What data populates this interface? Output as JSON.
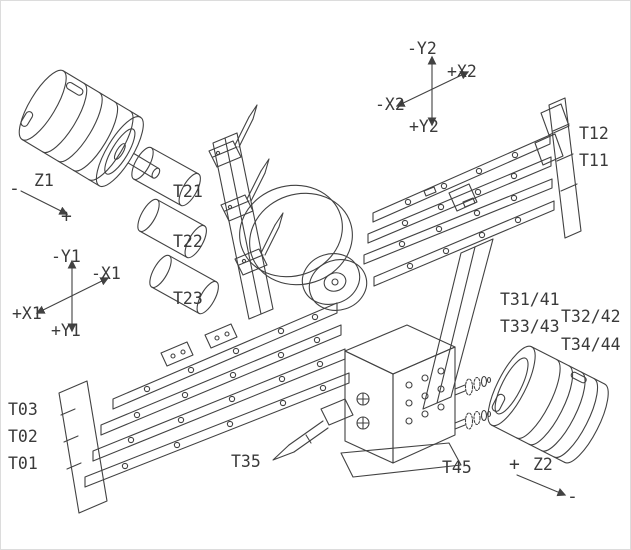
{
  "diagram": {
    "title": "lathe-turret-tool-layout",
    "axes": {
      "z1": {
        "label": "Z1",
        "minus": "-",
        "plus": "+"
      },
      "x1y1": {
        "neg_y": "-Y1",
        "neg_x": "-X1",
        "pos_x": "+X1",
        "pos_y": "+Y1"
      },
      "x2y2": {
        "neg_y": "-Y2",
        "pos_x": "+X2",
        "neg_x": "-X2",
        "pos_y": "+Y2"
      },
      "z2": {
        "label": "Z2",
        "plus": "+",
        "minus": "-"
      }
    },
    "tools": {
      "t11": "T11",
      "t12": "T12",
      "t21": "T21",
      "t22": "T22",
      "t23": "T23",
      "t31_41": "T31/41",
      "t32_42": "T32/42",
      "t33_43": "T33/43",
      "t34_44": "T34/44",
      "t01": "T01",
      "t02": "T02",
      "t03": "T03",
      "t35": "T35",
      "t45": "T45"
    }
  },
  "colors": {
    "line": "#424242",
    "text": "#3a3a3a",
    "background": "#ffffff"
  }
}
